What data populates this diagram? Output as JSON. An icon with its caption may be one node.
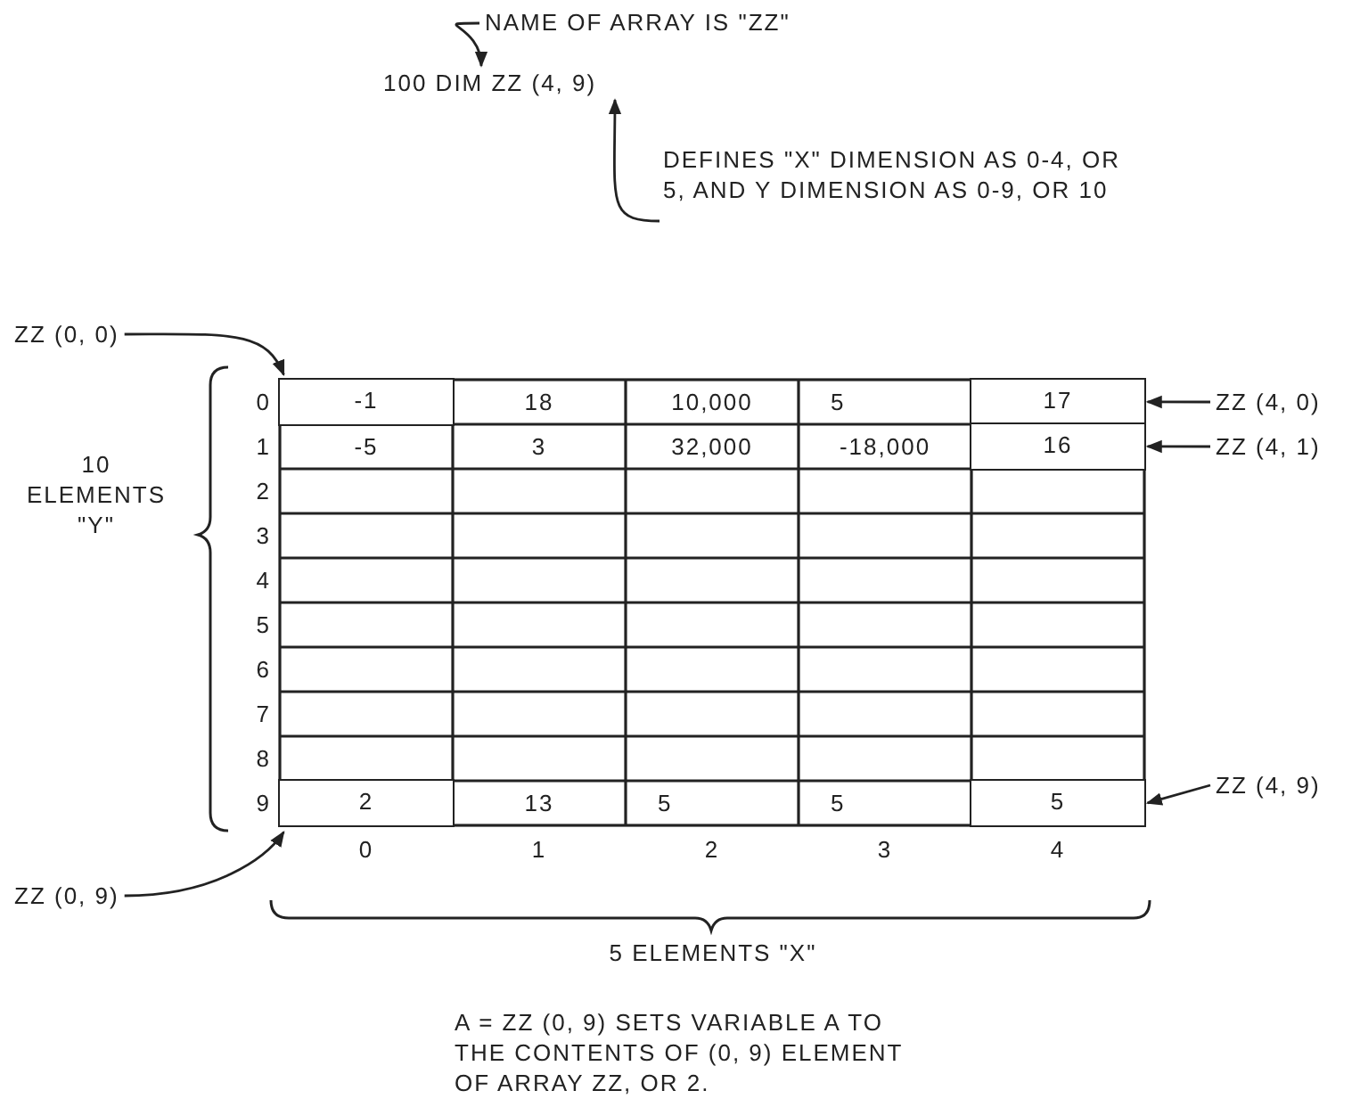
{
  "diagram": {
    "nodes": [
      {
        "text": [
          "NAME OF ARRAY IS \"ZZ\""
        ]
      },
      {
        "text": [
          "100 DIM ZZ (4, 9)"
        ]
      },
      {
        "text": [
          "DEFINES \"X\" DIMENSION AS 0-4, OR 5, AND Y DIMENSION AS 0-9, OR 10"
        ]
      },
      {
        "text": [
          "ZZ (0, 0)"
        ]
      },
      {
        "text": [
          "ZZ (4, 0)"
        ]
      },
      {
        "text": [
          "ZZ (4, 1)"
        ]
      },
      {
        "text": [
          "ZZ (4, 9)"
        ]
      },
      {
        "text": [
          "ZZ (0, 9)"
        ]
      },
      {
        "text": [
          "-1"
        ]
      },
      {
        "text": [
          "17"
        ]
      },
      {
        "text": [
          "16"
        ]
      },
      {
        "text": [
          "2"
        ]
      },
      {
        "text": [
          "5"
        ]
      }
    ],
    "edges": [
      {
        "from": 0,
        "to": 1,
        "arrow": "to"
      },
      {
        "from": 2,
        "to": 1,
        "arrow": "to"
      },
      {
        "from": 3,
        "to": 8,
        "arrow": "to"
      },
      {
        "from": 4,
        "to": 9,
        "arrow": "to"
      },
      {
        "from": 5,
        "to": 10,
        "arrow": "to"
      },
      {
        "from": 6,
        "to": 12,
        "arrow": "to"
      },
      {
        "from": 7,
        "to": 11,
        "arrow": "to"
      }
    ],
    "labels": [
      "10 ELEMENTS \"Y\"",
      "0",
      "18",
      "10,000",
      "5",
      "1",
      "-5",
      "3",
      "32,000",
      "-18,000",
      "2",
      "3",
      "4",
      "5",
      "6",
      "7",
      "8",
      "9",
      "13",
      "5",
      "5",
      "0",
      "1",
      "2",
      "3",
      "4",
      "5 ELEMENTS \"X\"",
      "A = ZZ (0, 9) SETS VARIABLE A TO THE CONTENTS OF (0, 9) ELEMENT OF ARRAY ZZ, OR 2."
    ]
  }
}
